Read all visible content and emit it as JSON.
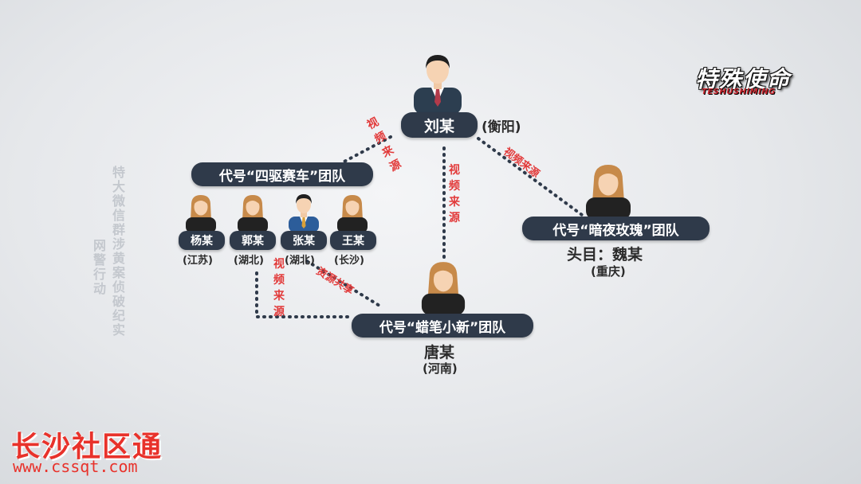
{
  "logo": {
    "title": "特殊使命",
    "subtitle": "TESHUSHIMING"
  },
  "side_title": {
    "col1": "特大微信群涉黄案侦破纪实",
    "col2": "网警行动"
  },
  "watermark": {
    "name": "长沙社区通",
    "url": "www.cssqt.com"
  },
  "top": {
    "name": "刘某",
    "location": "(衡阳)"
  },
  "team_left": {
    "label": "代号“四驱赛车”团队",
    "members": [
      {
        "name": "杨某",
        "location": "(江苏)"
      },
      {
        "name": "郭某",
        "location": "(湖北)"
      },
      {
        "name": "张某",
        "location": "(湖北)"
      },
      {
        "name": "王某",
        "location": "(长沙)"
      }
    ]
  },
  "team_right": {
    "label": "代号“暗夜玫瑰”团队",
    "leader": "头目：魏某",
    "location": "(重庆)"
  },
  "team_bottom": {
    "label": "代号“蜡笔小新”团队",
    "leader": "唐某",
    "location": "(河南)"
  },
  "edges": {
    "top_left": "视频来源",
    "top_mid": "视频来源",
    "top_right": "视频来源",
    "left_bottom": "视频来源",
    "zhang_bottom": "资源共享"
  },
  "colors": {
    "pill": "#2f3a4a",
    "edge_label": "#e23a3a",
    "suit_male": "#2c3e50",
    "suit_female": "#222222",
    "tie": "#b23a4a"
  }
}
